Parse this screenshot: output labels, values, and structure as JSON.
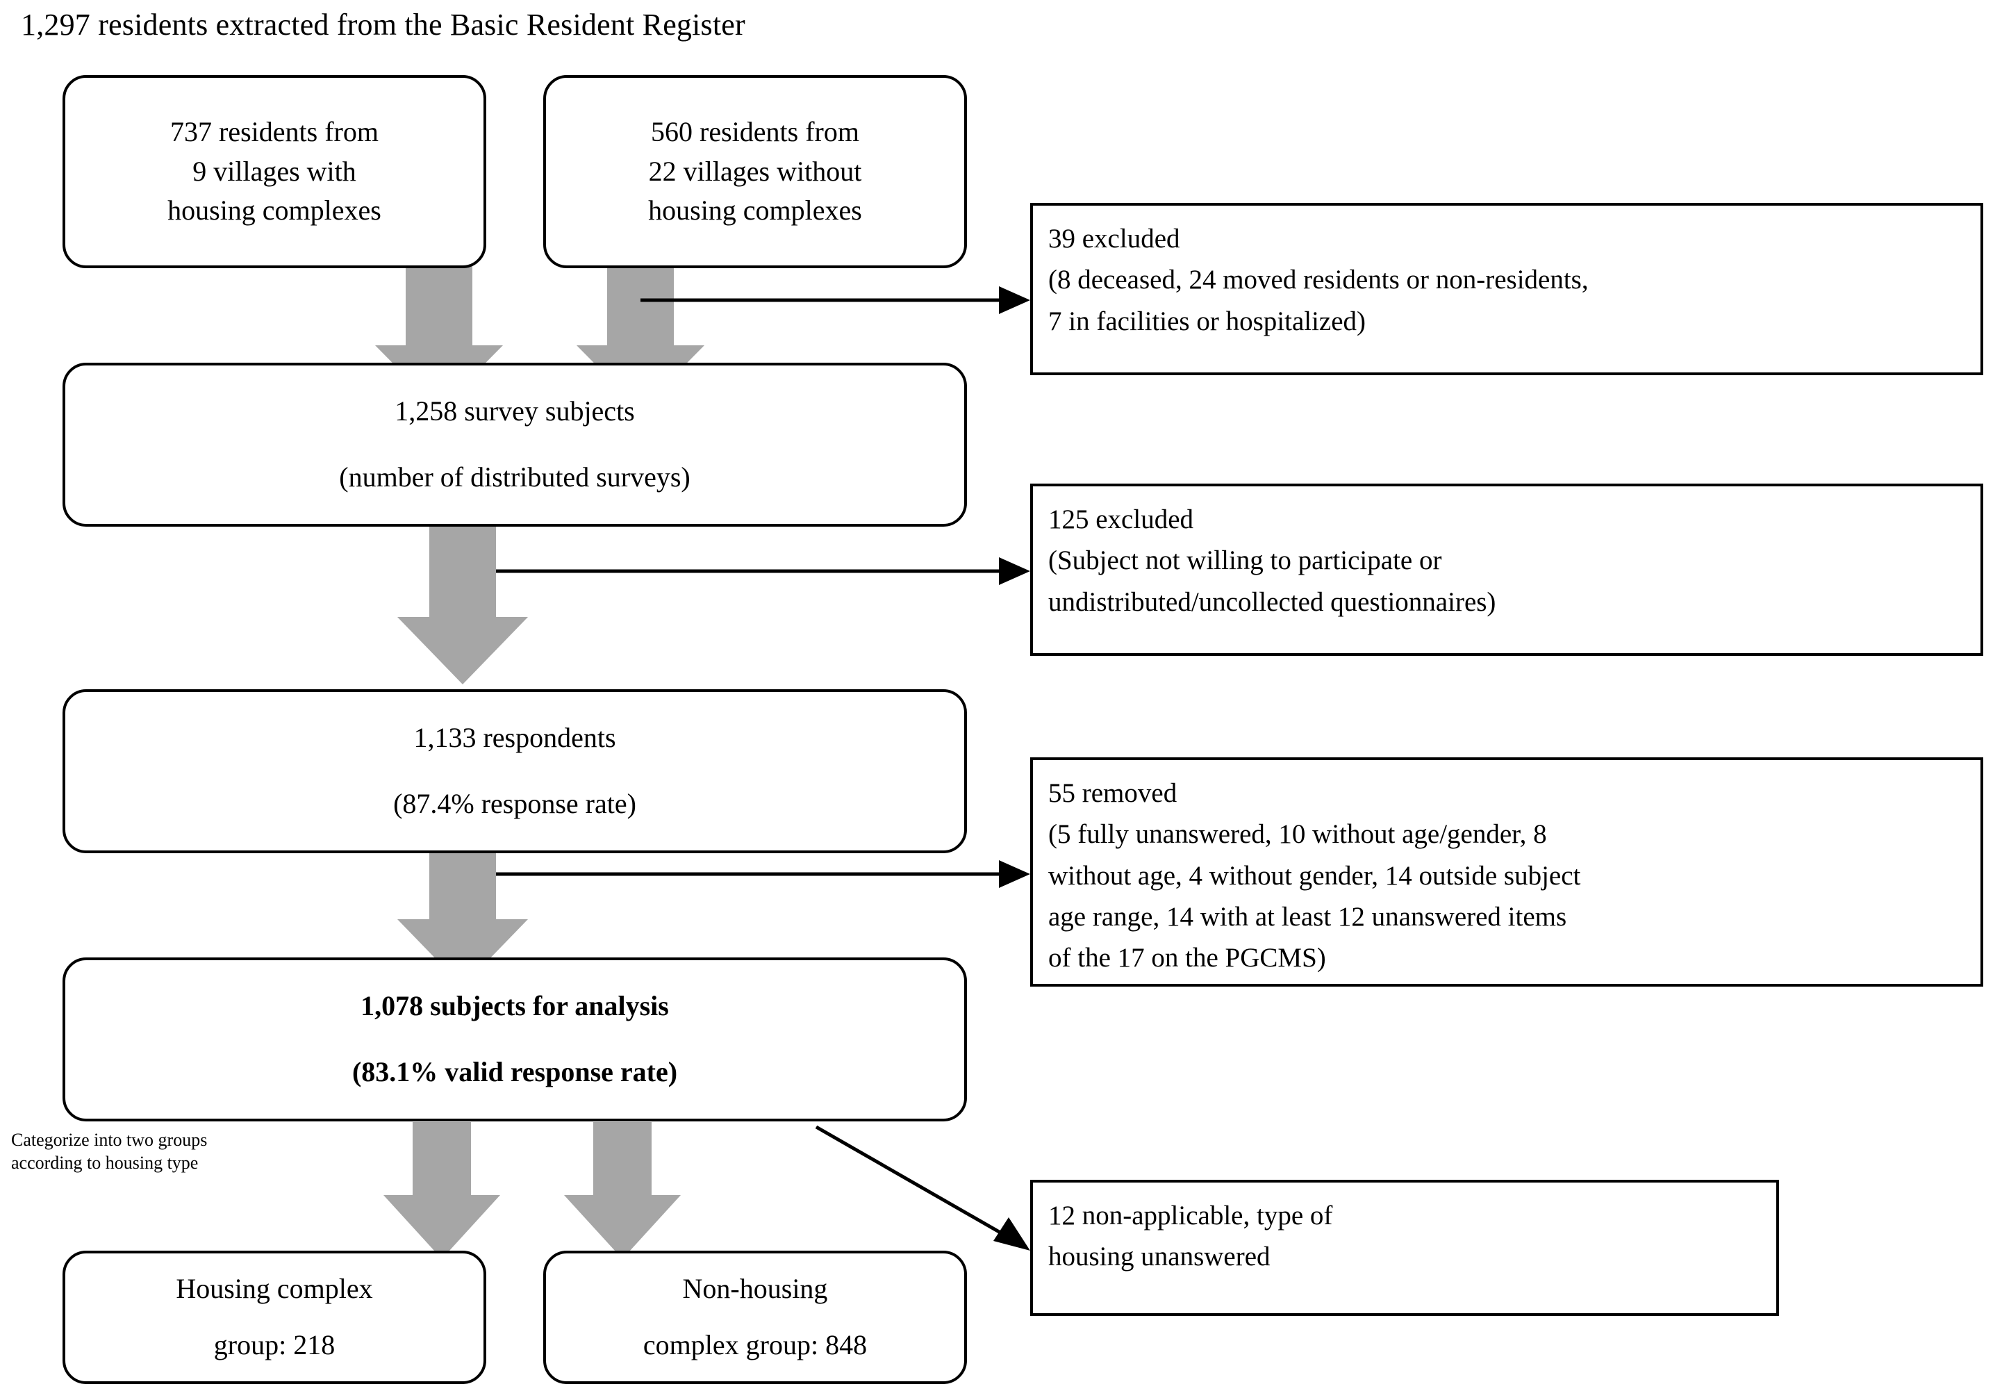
{
  "figure": {
    "type": "flowchart",
    "title": "1,297 residents extracted from the Basic Resident Register",
    "accent_gray": "#a6a6a6",
    "line_color": "#000000",
    "background": "#ffffff"
  },
  "boxes": {
    "source_left": {
      "line1": "737 residents from",
      "line2": "9 villages with",
      "line3": "housing complexes"
    },
    "source_right": {
      "line1": "560 residents from",
      "line2": "22 villages without",
      "line3": "housing complexes"
    },
    "survey_subjects": {
      "line1": "1,258 survey subjects",
      "line2": "(number of distributed surveys)"
    },
    "respondents": {
      "line1": "1,133 respondents",
      "line2": "(87.4% response rate)"
    },
    "analysis": {
      "line1": "1,078 subjects for analysis",
      "line2": "(83.1% valid response rate)"
    },
    "group_housing": {
      "line1": "Housing complex",
      "line2": "group: 218"
    },
    "group_nonhousing": {
      "line1": "Non-housing",
      "line2": "complex group: 848"
    }
  },
  "exclusions": {
    "excl_39": {
      "line1": "39 excluded",
      "line2": "(8 deceased, 24 moved residents or non-residents,",
      "line3": "7 in facilities or hospitalized)"
    },
    "excl_125": {
      "line1": "125 excluded",
      "line2": "(Subject not willing to participate or",
      "line3": "undistributed/uncollected questionnaires)"
    },
    "excl_55": {
      "line1": "55 removed",
      "line2": "(5 fully unanswered, 10 without age/gender, 8",
      "line3": "without age, 4 without gender, 14 outside subject",
      "line4": "age range, 14 with at least 12 unanswered items",
      "line5": "of the 17 on the PGCMS)"
    },
    "excl_12": {
      "line1": "12 non-applicable, type of",
      "line2": "housing unanswered"
    }
  },
  "notes": {
    "categorize": {
      "line1": "Categorize into two groups",
      "line2": "according to housing type"
    }
  }
}
